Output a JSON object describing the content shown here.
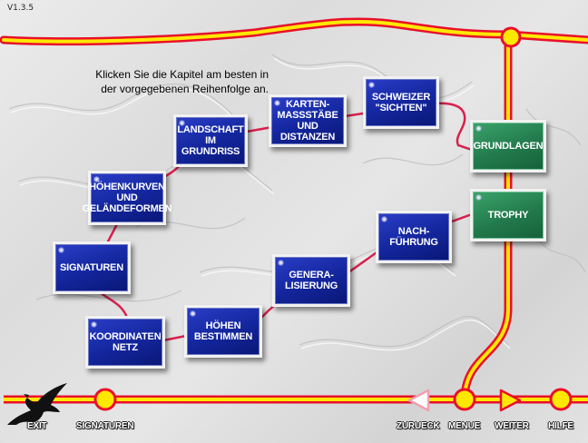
{
  "version": "V1.3.5",
  "instructions": {
    "line1": "Klicken Sie die Kapitel am besten in",
    "line2": "der vorgegebenen Reihenfolge an."
  },
  "chapters": [
    {
      "label": "KARTEN-\nMASSSTÄBE\nUND DISTANZEN"
    },
    {
      "label": "SCHWEIZER\n\"SICHTEN\""
    },
    {
      "label": "LANDSCHAFT\nIM GRUNDRISS"
    },
    {
      "label": "GRUNDLAGEN"
    },
    {
      "label": "HÖHENKURVEN\nUND\nGELÄNDEFORMEN"
    },
    {
      "label": "TROPHY"
    },
    {
      "label": "NACH-\nFÜHRUNG"
    },
    {
      "label": "SIGNATUREN"
    },
    {
      "label": "GENERA-\nLISIERUNG"
    },
    {
      "label": "HÖHEN\nBESTIMMEN"
    },
    {
      "label": "KOORDINATEN\nNETZ"
    }
  ],
  "nav": {
    "exit": "EXIT",
    "current": "SIGNATUREN",
    "back": "ZURUECK",
    "menu": "MENUE",
    "next": "WEITER",
    "help": "HILFE"
  },
  "colors": {
    "road_fill": "#ffe800",
    "road_border": "#e8102a",
    "chapter_blue": "#13259b",
    "chapter_green": "#227a4c",
    "connector": "#d8204c"
  }
}
